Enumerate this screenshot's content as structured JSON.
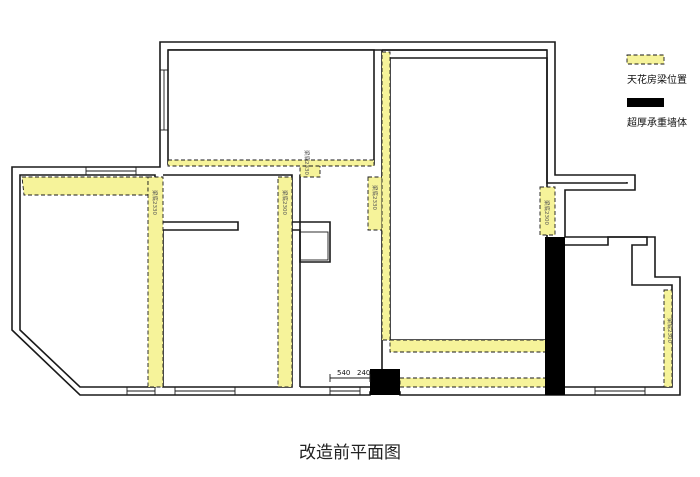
{
  "legend": {
    "items": [
      {
        "label": "天花房梁位置",
        "color": "#f6f39a",
        "pattern": "dashed"
      },
      {
        "label": "超厚承重墙体",
        "color": "#000000",
        "pattern": "solid"
      }
    ]
  },
  "beam_labels": {
    "left_room": "梁底2330",
    "mid_room": "梁底2300",
    "corridor": "梁底2330",
    "living_left": "梁底2330",
    "top_passage": "梁底2330",
    "right_wall": "梁底2300",
    "far_right": "梁底2300"
  },
  "dimensions": {
    "d1": "540",
    "d2": "240"
  },
  "caption": "改造前平面图",
  "colors": {
    "beam_fill": "#f6f39a",
    "bearing_wall": "#000000",
    "wall_stroke": "#1a1a1a"
  }
}
